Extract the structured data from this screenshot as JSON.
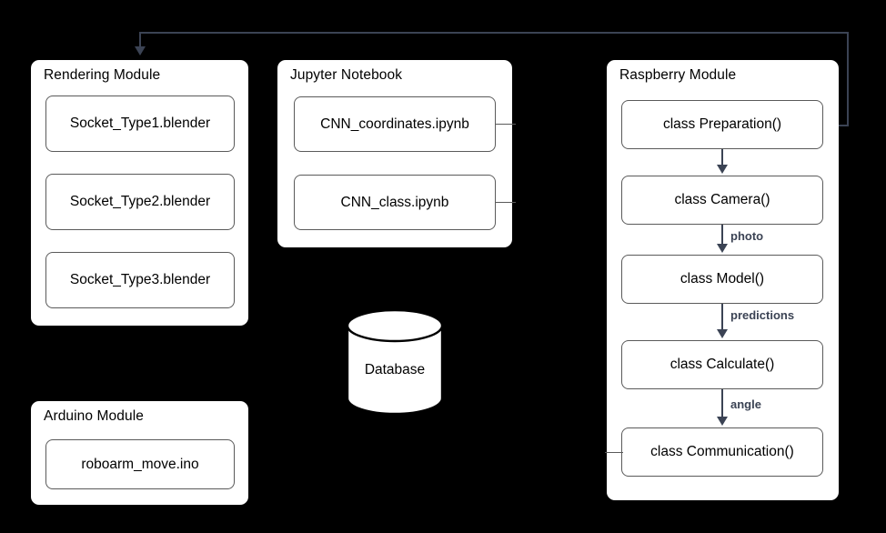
{
  "diagram": {
    "background_color": "#000000",
    "panel_color": "#ffffff",
    "connector_color": "#3b4354",
    "node_border_color": "#5a5a5a"
  },
  "panels": {
    "rendering": {
      "title": "Rendering Module",
      "nodes": [
        {
          "label": "Socket_Type1.blender"
        },
        {
          "label": "Socket_Type2.blender"
        },
        {
          "label": "Socket_Type3.blender"
        }
      ]
    },
    "jupyter": {
      "title": "Jupyter Notebook",
      "nodes": [
        {
          "label": "CNN_coordinates.ipynb"
        },
        {
          "label": "CNN_class.ipynb"
        }
      ]
    },
    "arduino": {
      "title": "Arduino Module",
      "nodes": [
        {
          "label": "roboarm_move.ino"
        }
      ]
    },
    "raspberry": {
      "title": "Raspberry Module",
      "nodes": [
        {
          "label": "class Preparation()"
        },
        {
          "label": "class Camera()"
        },
        {
          "label": "class Model()"
        },
        {
          "label": "class Calculate()"
        },
        {
          "label": "class Communication()"
        }
      ]
    }
  },
  "database": {
    "label": "Database"
  },
  "edge_labels": {
    "photo": "photo",
    "predictions": "predictions",
    "angle": "angle"
  }
}
